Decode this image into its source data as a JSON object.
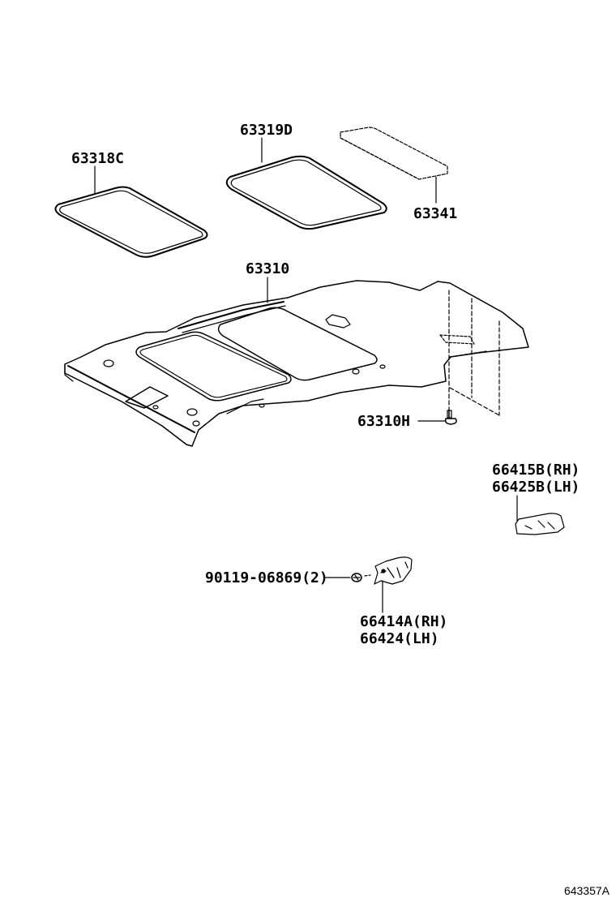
{
  "diagram": {
    "type": "exploded parts diagram",
    "subject": "Roof headlining and sunshade assembly",
    "reference_code": "643357A",
    "line_color": "#000000",
    "background_color": "#ffffff"
  },
  "parts": [
    {
      "id": "p1",
      "number": "63318C",
      "lines": [
        "63318C"
      ],
      "description_shape": "front sunroof glass weatherstrip frame"
    },
    {
      "id": "p2",
      "number": "63319D",
      "lines": [
        "63319D"
      ],
      "description_shape": "rear sunroof glass weatherstrip frame"
    },
    {
      "id": "p3",
      "number": "63341",
      "lines": [
        "63341"
      ],
      "description_shape": "roof panel pad (dashed outline)"
    },
    {
      "id": "p4",
      "number": "63310",
      "lines": [
        "63310"
      ],
      "description_shape": "roof headlining assembly"
    },
    {
      "id": "p5",
      "number": "63310H",
      "lines": [
        "63310H"
      ],
      "description_shape": "headlining clip"
    },
    {
      "id": "p6",
      "number": "66415B / 66425B",
      "lines": [
        "66415B(RH)",
        "66425B(LH)"
      ],
      "description_shape": "roof side trim bracket"
    },
    {
      "id": "p7",
      "number": "90119-06869",
      "lines": [
        "90119-06869(2)"
      ],
      "quantity": 2,
      "description_shape": "bolt"
    },
    {
      "id": "p8",
      "number": "66414A / 66424",
      "lines": [
        "66414A(RH)",
        "66424(LH)"
      ],
      "description_shape": "assist grip bracket"
    }
  ]
}
